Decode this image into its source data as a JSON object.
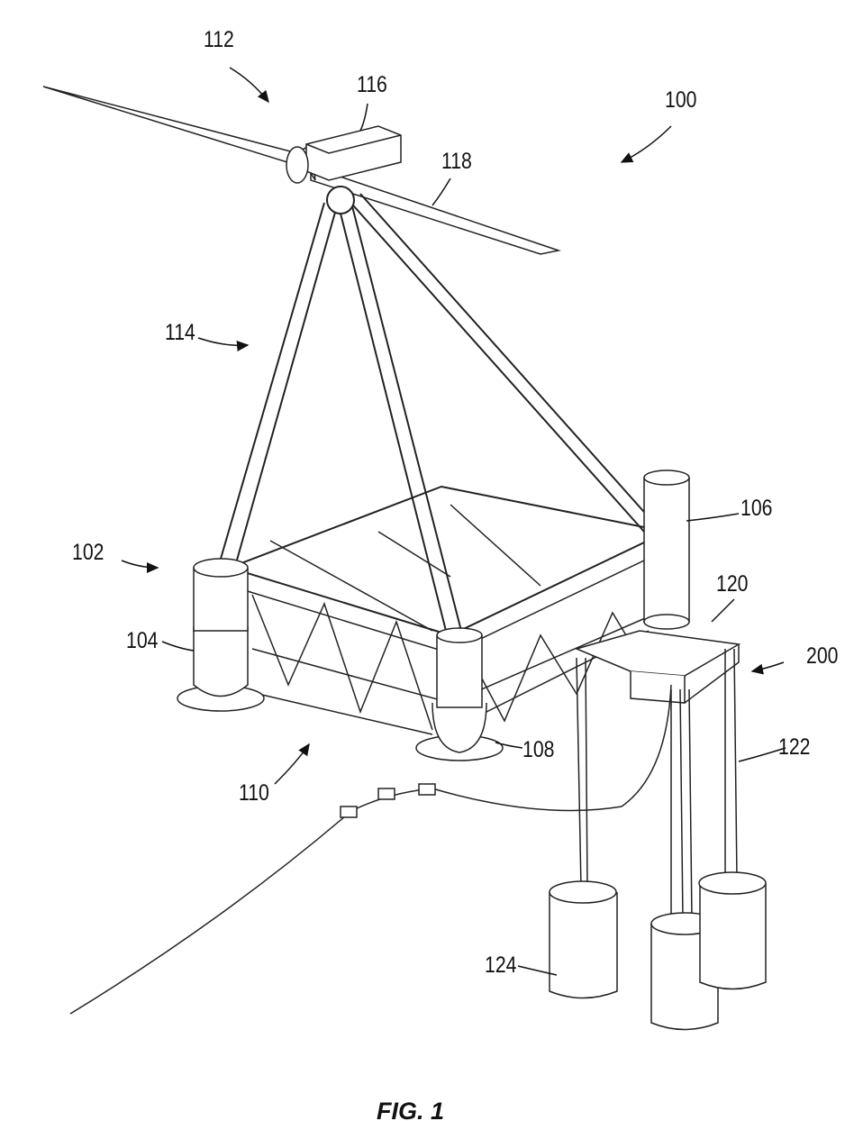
{
  "figure": {
    "caption": "FIG. 1",
    "reference_numerals": {
      "system": "100",
      "platform": "102",
      "column_a": "104",
      "column_b": "106",
      "column_c": "108",
      "truss": "110",
      "turbine": "112",
      "tower": "114",
      "nacelle": "116",
      "blade": "118",
      "keel_frame": "120",
      "tendon": "122",
      "anchor_weight": "124",
      "mooring_assembly": "200"
    }
  }
}
